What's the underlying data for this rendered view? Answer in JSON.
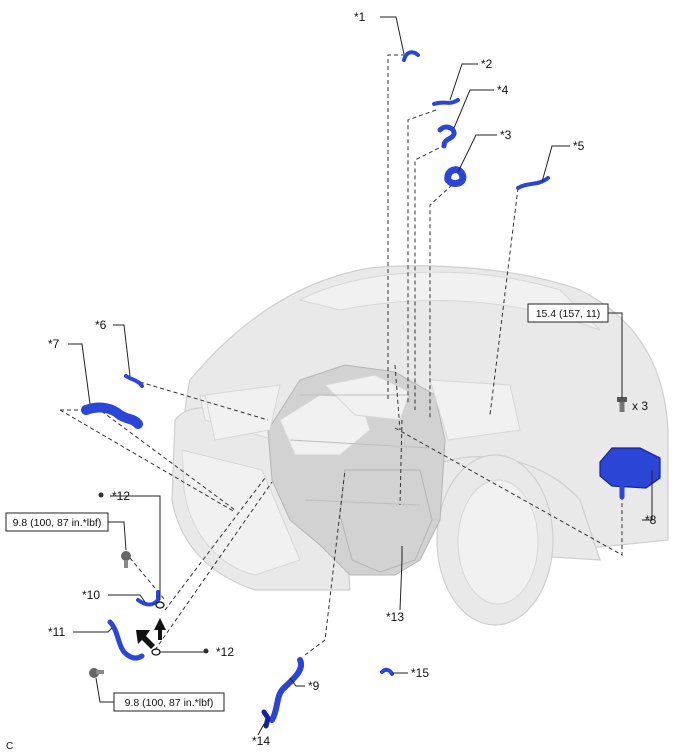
{
  "diagram": {
    "corner_mark": "C",
    "colors": {
      "part_blue": "#2b45d6",
      "part_dark": "#15229a",
      "vehicle_gray": "#e9e9e9",
      "engine_gray": "#d2d2d2",
      "line": "#333333"
    },
    "callouts": {
      "c1": "*1",
      "c2": "*2",
      "c3": "*3",
      "c4": "*4",
      "c5": "*5",
      "c6": "*6",
      "c7": "*7",
      "c8": "*8",
      "c9": "*9",
      "c10": "*10",
      "c11": "*11",
      "c12a": "*12",
      "c12b": "*12",
      "c13": "*13",
      "c14": "*14",
      "c15": "*15"
    },
    "torque": {
      "t1": "15.4 (157, 11)",
      "t2": "9.8 (100, 87 in.*lbf)",
      "t3": "9.8 (100, 87 in.*lbf)"
    },
    "quantity": "x 3"
  }
}
